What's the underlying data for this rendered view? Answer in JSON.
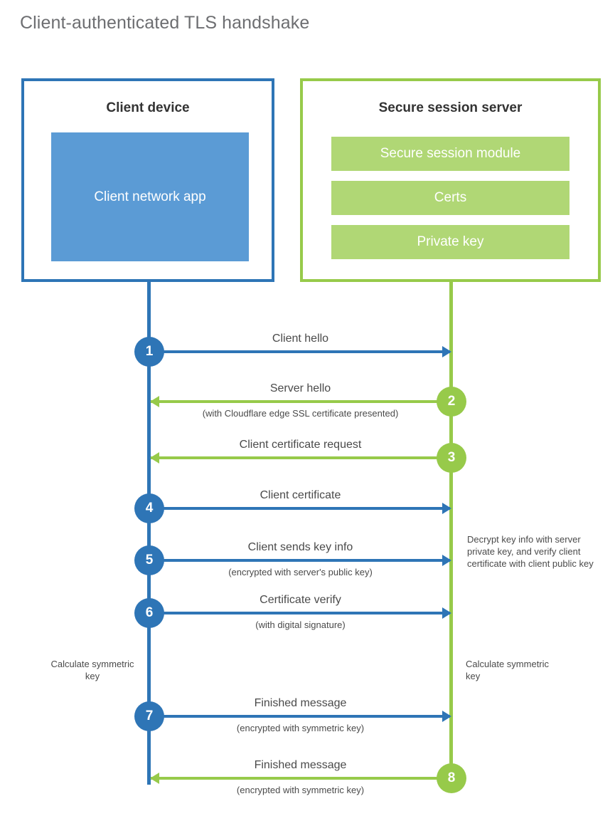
{
  "title": "Client-authenticated TLS handshake",
  "colors": {
    "client_accent": "#2E75B6",
    "client_fill": "#5B9BD5",
    "server_accent": "#97CA4A",
    "server_fill": "#B0D775",
    "title_text": "#6d6e71",
    "body_text": "#4a4a4a"
  },
  "client": {
    "title": "Client device",
    "app_label": "Client network app"
  },
  "server": {
    "title": "Secure session server",
    "blocks": [
      {
        "label": "Secure session module"
      },
      {
        "label": "Certs"
      },
      {
        "label": "Private key"
      }
    ]
  },
  "steps": [
    {
      "number": "1",
      "label": "Client hello",
      "sublabel": "",
      "side": "client",
      "direction": "right"
    },
    {
      "number": "2",
      "label": "Server hello",
      "sublabel": "(with Cloudflare edge SSL certificate presented)",
      "side": "server",
      "direction": "left"
    },
    {
      "number": "3",
      "label": "Client certificate request",
      "sublabel": "",
      "side": "server",
      "direction": "left"
    },
    {
      "number": "4",
      "label": "Client certificate",
      "sublabel": "",
      "side": "client",
      "direction": "right"
    },
    {
      "number": "5",
      "label": "Client sends key info",
      "sublabel": "(encrypted with server's public key)",
      "side": "client",
      "direction": "right"
    },
    {
      "number": "6",
      "label": "Certificate verify",
      "sublabel": "(with digital signature)",
      "side": "client",
      "direction": "right"
    },
    {
      "number": "7",
      "label": "Finished message",
      "sublabel": "(encrypted with symmetric key)",
      "side": "client",
      "direction": "right"
    },
    {
      "number": "8",
      "label": "Finished message",
      "sublabel": "(encrypted with symmetric key)",
      "side": "server",
      "direction": "left"
    }
  ],
  "notes": {
    "decrypt": "Decrypt key info with server private key, and verify client certificate with client public key",
    "calculate_client": "Calculate symmetric key",
    "calculate_server": "Calculate symmetric key"
  }
}
